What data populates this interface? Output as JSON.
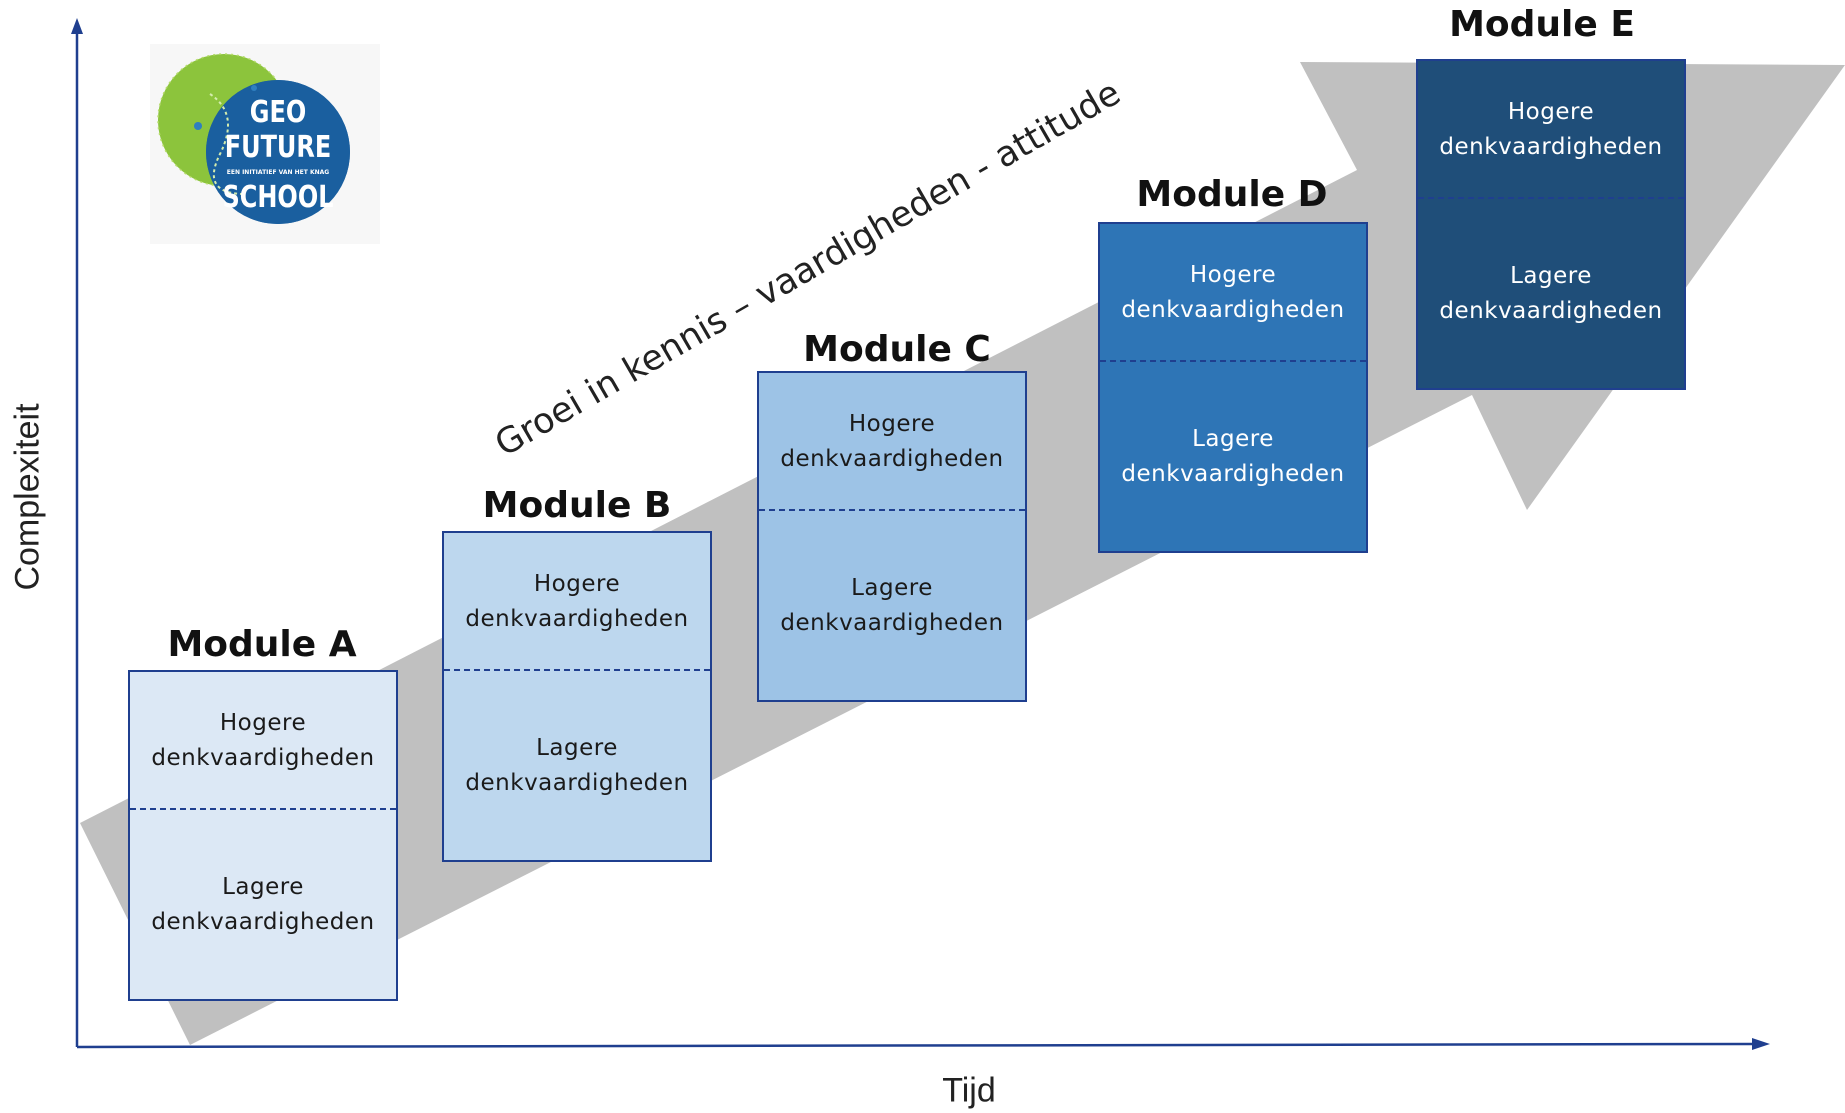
{
  "axes": {
    "y_label": "Complexiteit",
    "x_label": "Tijd"
  },
  "growth_arrow": {
    "label": "Groei in kennis – vaardigheden - attitude",
    "color": "#c0c0c0"
  },
  "logo": {
    "lines": [
      "GEO",
      "FUTURE",
      "SCHOOL"
    ],
    "tagline": "EEN INITIATIEF VAN HET KNAG"
  },
  "modules": [
    {
      "title": "Module A",
      "top_label": [
        "Hogere",
        "denkvaardigheden"
      ],
      "bottom_label": [
        "Lagere",
        "denkvaardigheden"
      ],
      "fill": "#dce8f5",
      "text_color": "#1a1a1a"
    },
    {
      "title": "Module B",
      "top_label": [
        "Hogere",
        "denkvaardigheden"
      ],
      "bottom_label": [
        "Lagere",
        "denkvaardigheden"
      ],
      "fill": "#bdd7ee",
      "text_color": "#1a1a1a"
    },
    {
      "title": "Module C",
      "top_label": [
        "Hogere",
        "denkvaardigheden"
      ],
      "bottom_label": [
        "Lagere",
        "denkvaardigheden"
      ],
      "fill": "#9dc3e6",
      "text_color": "#1a1a1a"
    },
    {
      "title": "Module D",
      "top_label": [
        "Hogere",
        "denkvaardigheden"
      ],
      "bottom_label": [
        "Lagere",
        "denkvaardigheden"
      ],
      "fill": "#2e75b6",
      "text_color": "#ffffff"
    },
    {
      "title": "Module E",
      "top_label": [
        "Hogere",
        "denkvaardigheden"
      ],
      "bottom_label": [
        "Lagere",
        "denkvaardigheden"
      ],
      "fill": "#1f4e79",
      "text_color": "#ffffff"
    }
  ]
}
